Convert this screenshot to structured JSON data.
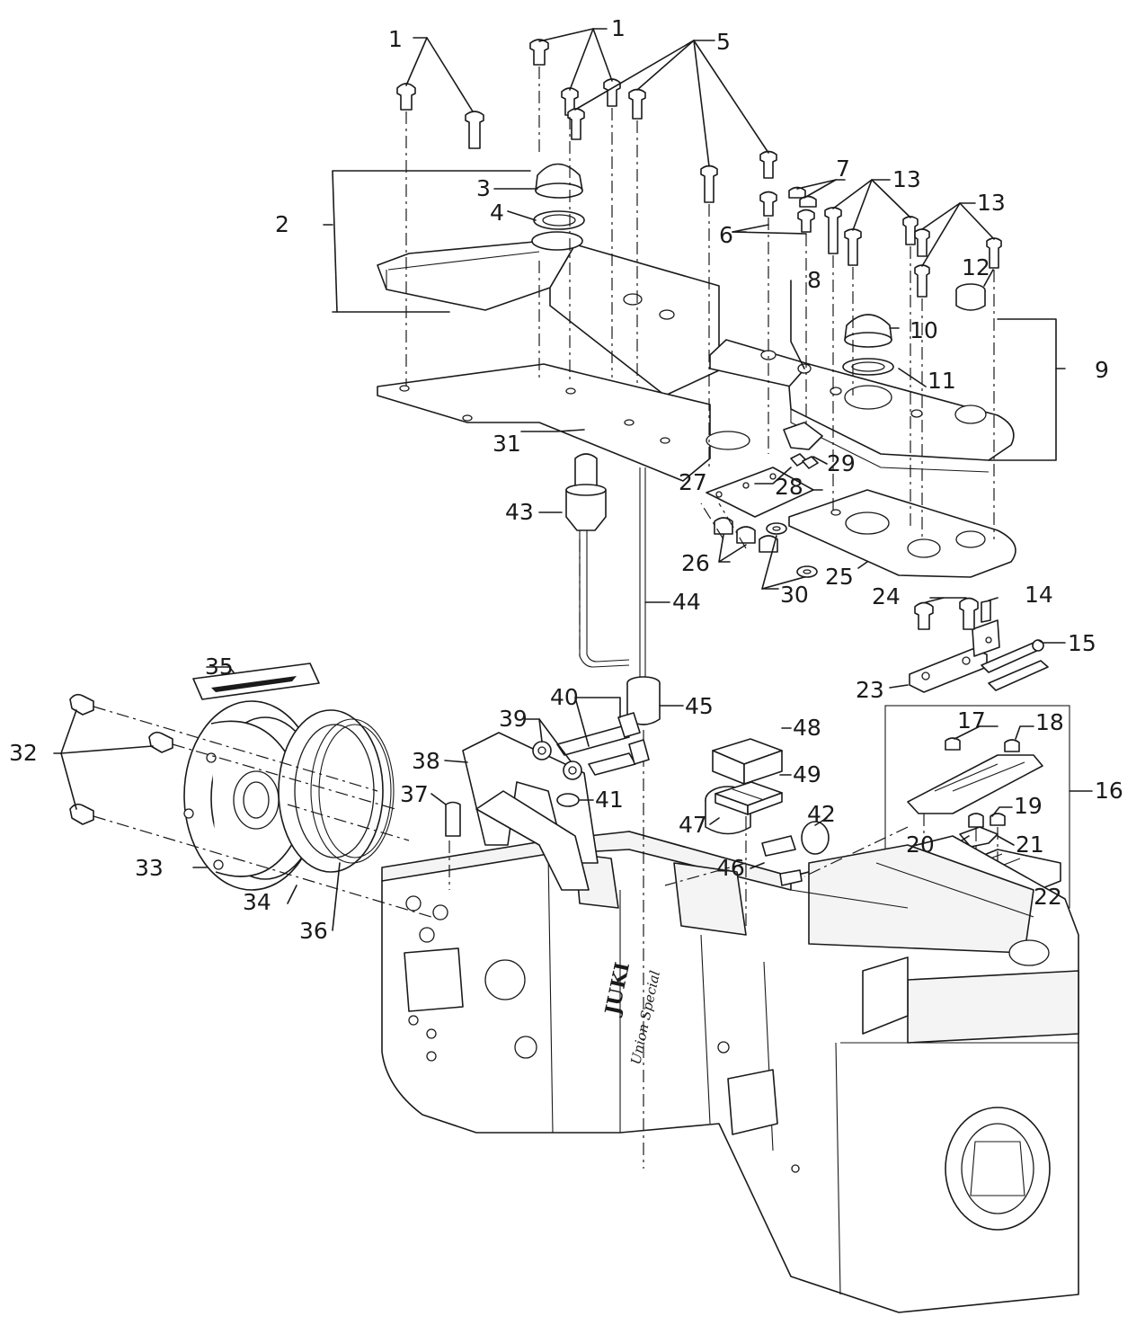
{
  "callouts": [
    {
      "id": "1",
      "text": "1"
    },
    {
      "id": "1b",
      "text": "1"
    },
    {
      "id": "2",
      "text": "2"
    },
    {
      "id": "3",
      "text": "3"
    },
    {
      "id": "4",
      "text": "4"
    },
    {
      "id": "5",
      "text": "5"
    },
    {
      "id": "6",
      "text": "6"
    },
    {
      "id": "7",
      "text": "7"
    },
    {
      "id": "8",
      "text": "8"
    },
    {
      "id": "9",
      "text": "9"
    },
    {
      "id": "10",
      "text": "10"
    },
    {
      "id": "11",
      "text": "11"
    },
    {
      "id": "12",
      "text": "12"
    },
    {
      "id": "13",
      "text": "13"
    },
    {
      "id": "13b",
      "text": "13"
    },
    {
      "id": "14",
      "text": "14"
    },
    {
      "id": "15",
      "text": "15"
    },
    {
      "id": "16",
      "text": "16"
    },
    {
      "id": "17",
      "text": "17"
    },
    {
      "id": "18",
      "text": "18"
    },
    {
      "id": "19",
      "text": "19"
    },
    {
      "id": "20",
      "text": "20"
    },
    {
      "id": "21",
      "text": "21"
    },
    {
      "id": "22",
      "text": "22"
    },
    {
      "id": "23",
      "text": "23"
    },
    {
      "id": "24",
      "text": "24"
    },
    {
      "id": "25",
      "text": "25"
    },
    {
      "id": "26",
      "text": "26"
    },
    {
      "id": "27",
      "text": "27"
    },
    {
      "id": "28",
      "text": "28"
    },
    {
      "id": "29",
      "text": "29"
    },
    {
      "id": "30",
      "text": "30"
    },
    {
      "id": "31",
      "text": "31"
    },
    {
      "id": "32",
      "text": "32"
    },
    {
      "id": "33",
      "text": "33"
    },
    {
      "id": "34",
      "text": "34"
    },
    {
      "id": "35",
      "text": "35"
    },
    {
      "id": "36",
      "text": "36"
    },
    {
      "id": "37",
      "text": "37"
    },
    {
      "id": "38",
      "text": "38"
    },
    {
      "id": "39",
      "text": "39"
    },
    {
      "id": "40",
      "text": "40"
    },
    {
      "id": "41",
      "text": "41"
    },
    {
      "id": "42",
      "text": "42"
    },
    {
      "id": "43",
      "text": "43"
    },
    {
      "id": "44",
      "text": "44"
    },
    {
      "id": "45",
      "text": "45"
    },
    {
      "id": "46",
      "text": "46"
    },
    {
      "id": "47",
      "text": "47"
    },
    {
      "id": "48",
      "text": "48"
    },
    {
      "id": "49",
      "text": "49"
    }
  ],
  "brand": {
    "logo_text": "JUKI",
    "sub_text": "Union Special"
  },
  "colors": {
    "line": "#1a1a1a",
    "background": "#ffffff"
  }
}
